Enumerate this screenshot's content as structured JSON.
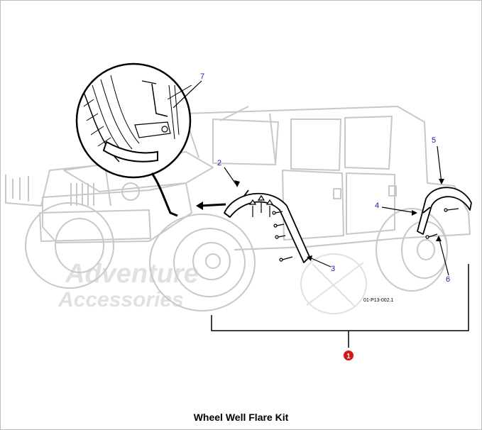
{
  "title": "Wheel Well Flare Kit",
  "part_number": "01-P13-002.1",
  "assembly_callout": "1",
  "callouts": [
    "2",
    "3",
    "4",
    "5",
    "6",
    "7"
  ],
  "watermark": {
    "line1": "Adventure",
    "line2": "Accessories"
  },
  "colors": {
    "callout_text": "#1a1aa6",
    "assembly_badge": "#d8141b",
    "vehicle_line": "#c8c8c8",
    "part_line": "#000000"
  }
}
